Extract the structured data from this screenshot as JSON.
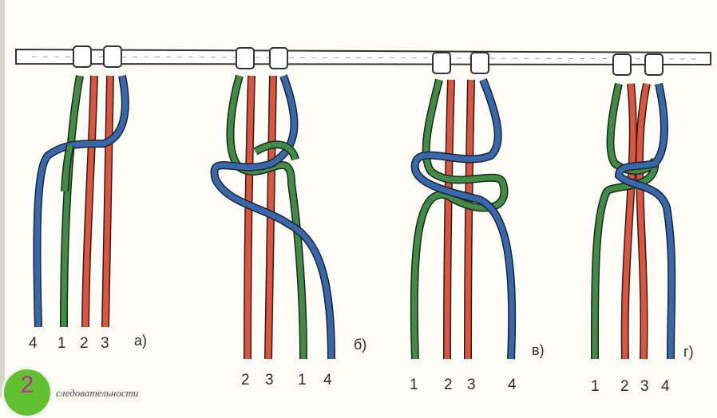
{
  "figure": {
    "panels": [
      {
        "letter": "а)",
        "numbers": [
          "4",
          "1",
          "2",
          "3"
        ]
      },
      {
        "letter": "б)",
        "numbers": [
          "2",
          "3",
          "1",
          "4"
        ]
      },
      {
        "letter": "в)",
        "numbers": [
          "1",
          "2",
          "3",
          "4"
        ]
      },
      {
        "letter": "г)",
        "numbers": [
          "1",
          "2",
          "3",
          "4"
        ]
      }
    ],
    "cord_colors": {
      "green": "#3f8c44",
      "red": "#e0533c",
      "blue": "#3668b0"
    }
  },
  "badge": {
    "number": "2"
  },
  "caption": {
    "text": "следовательности"
  }
}
